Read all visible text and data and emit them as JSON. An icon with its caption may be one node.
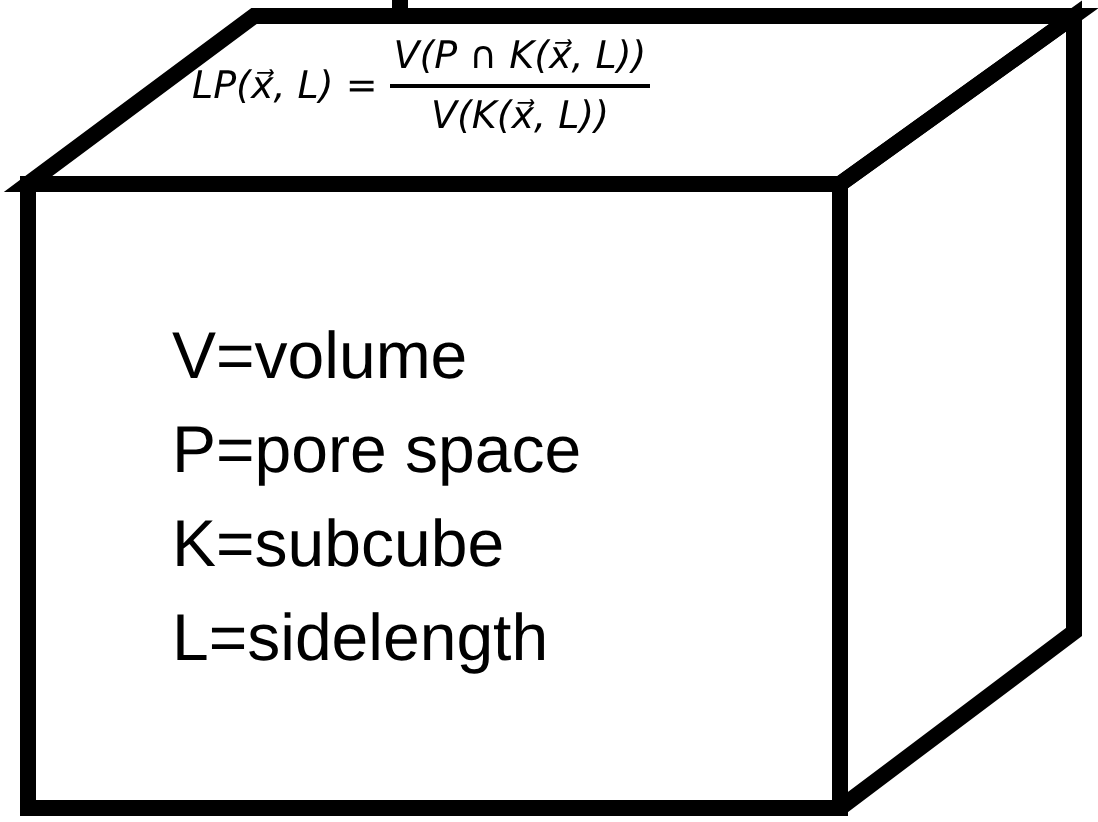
{
  "diagram": {
    "nodes": [
      {
        "text": [
          "V=volume",
          "P=pore space",
          "K=subcube",
          "L=sidelength"
        ]
      }
    ],
    "labels": [
      "LP(x⃗, L) =",
      "V(P ∩ K(x⃗, L))",
      "V(K(x⃗, L))"
    ]
  }
}
